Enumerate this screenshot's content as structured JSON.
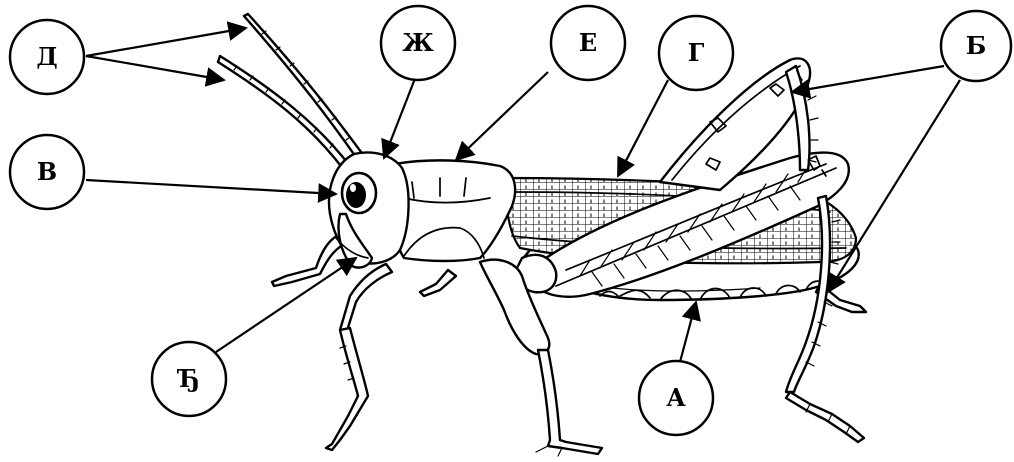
{
  "labels": {
    "a": "А",
    "b": "Б",
    "v": "В",
    "g": "Г",
    "d": "Д",
    "dj": "Ђ",
    "e": "Е",
    "zh": "Ж"
  }
}
